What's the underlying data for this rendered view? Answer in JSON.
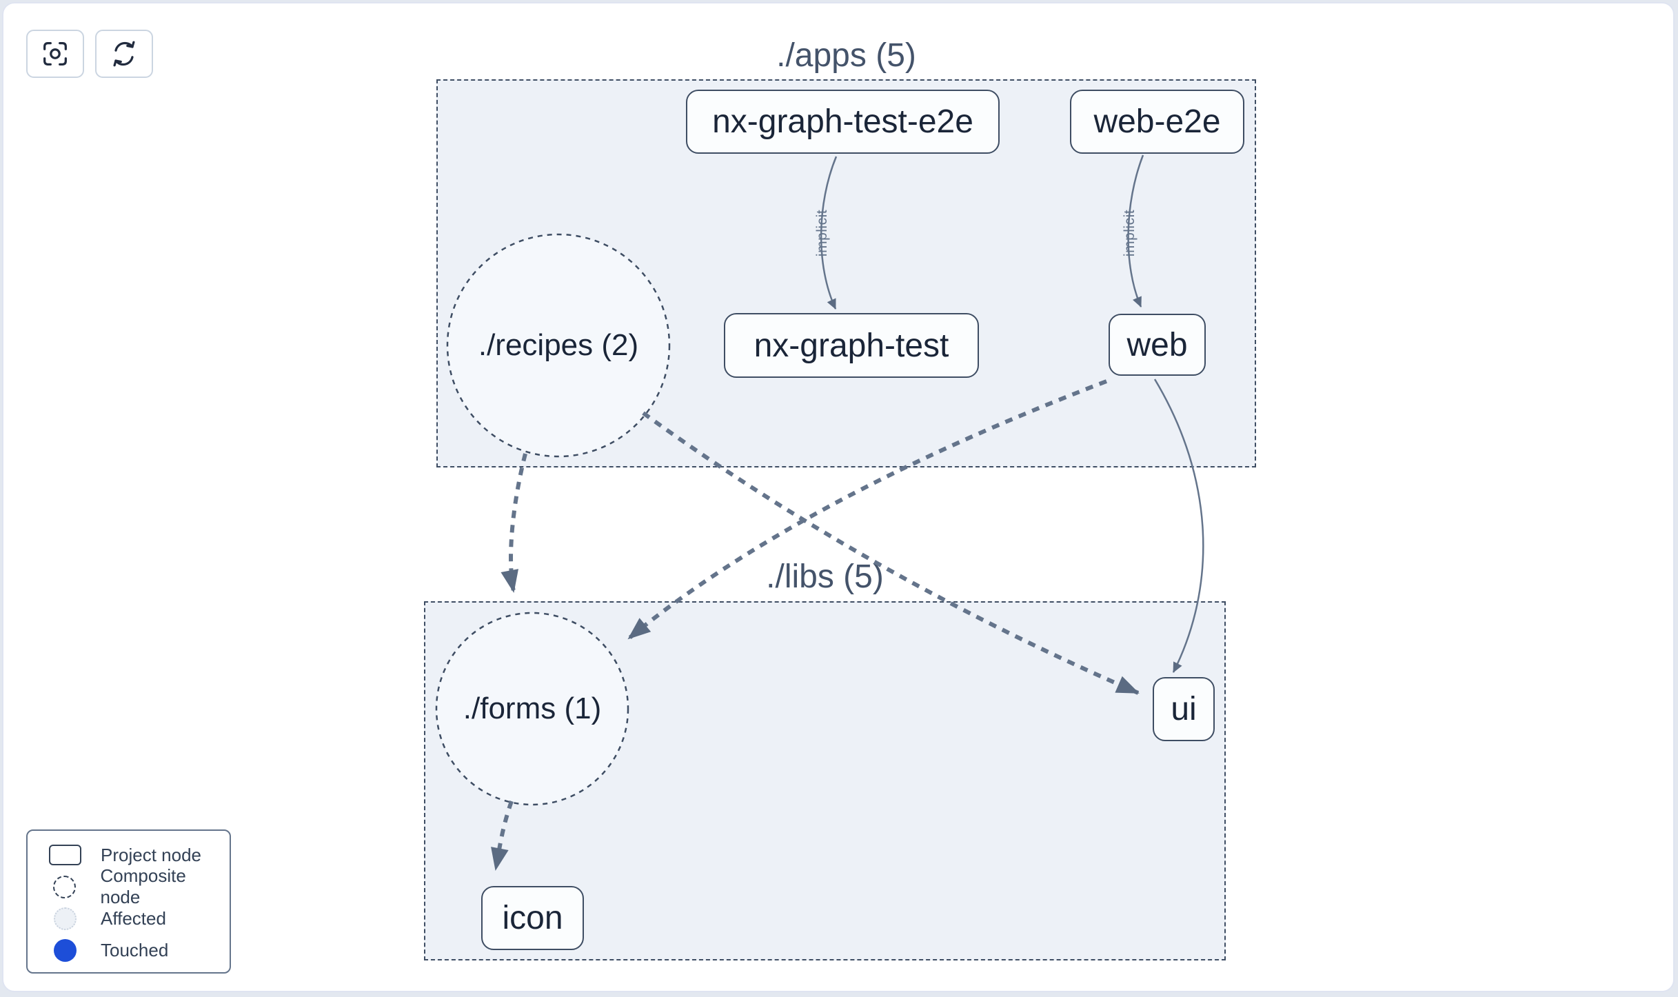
{
  "toolbar": {
    "buttons": [
      {
        "icon": "scan-focus-icon"
      },
      {
        "icon": "refresh-icon"
      }
    ]
  },
  "groups": {
    "apps": {
      "label": "./apps (5)"
    },
    "libs": {
      "label": "./libs (5)"
    }
  },
  "nodes": {
    "nx_graph_test_e2e": {
      "label": "nx-graph-test-e2e",
      "type": "project"
    },
    "web_e2e": {
      "label": "web-e2e",
      "type": "project"
    },
    "nx_graph_test": {
      "label": "nx-graph-test",
      "type": "project"
    },
    "web": {
      "label": "web",
      "type": "project"
    },
    "recipes": {
      "label": "./recipes (2)",
      "type": "composite"
    },
    "forms": {
      "label": "./forms (1)",
      "type": "composite"
    },
    "ui": {
      "label": "ui",
      "type": "project"
    },
    "icon": {
      "label": "icon",
      "type": "project"
    }
  },
  "edges": {
    "implicit_label": "implicit"
  },
  "legend": {
    "items": [
      {
        "label": "Project node",
        "symbol": "project-node-symbol"
      },
      {
        "label": "Composite node",
        "symbol": "composite-node-symbol"
      },
      {
        "label": "Affected",
        "symbol": "affected-symbol"
      },
      {
        "label": "Touched",
        "symbol": "touched-symbol"
      }
    ]
  },
  "colors": {
    "node_border": "#3e4d63",
    "node_bg": "#fbfdfe",
    "node_text": "#1a2538",
    "group_bg": "#edf1f7",
    "group_border": "#3e4d63",
    "group_label": "#44536a",
    "edge": "#64748b",
    "arrowhead": "#5b6b82",
    "implicit_text": "#64748b",
    "legend_border": "#64748b",
    "legend_text": "#334155",
    "touched_blue": "#1d4ed8",
    "affected_fill": "#edf1f6",
    "button_border": "#cbd5e1",
    "page_border": "#dfe4f1",
    "icon_stroke": "#212b3e"
  }
}
